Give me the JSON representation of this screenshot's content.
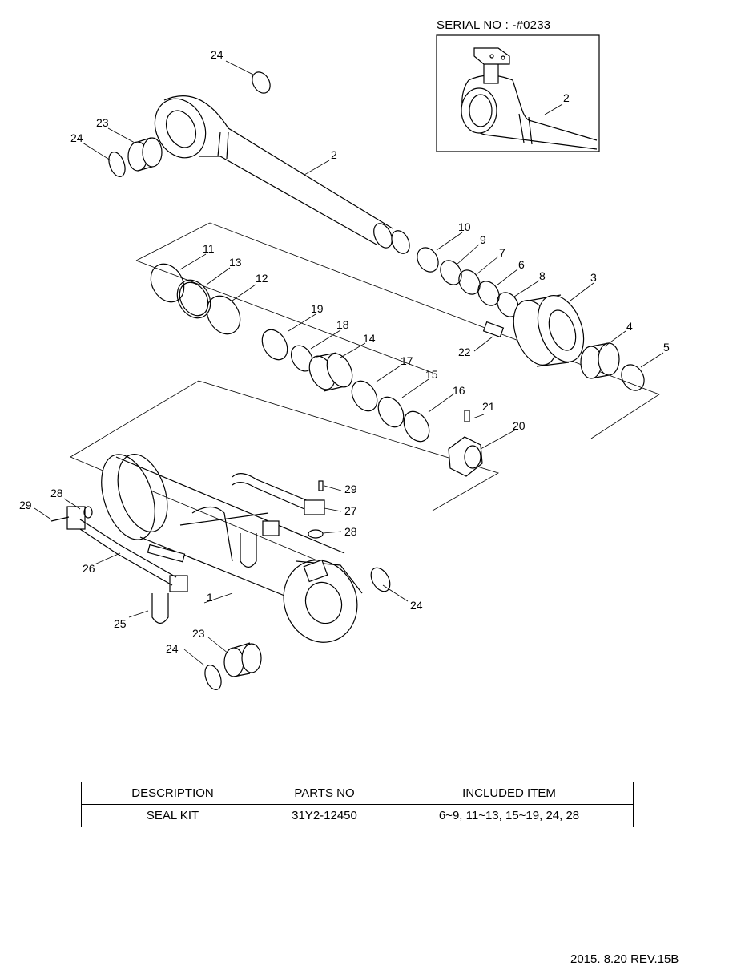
{
  "serial_note": "SERIAL NO : -#0233",
  "labels": {
    "l1": "1",
    "l2": "2",
    "l2b": "2",
    "l3": "3",
    "l4": "4",
    "l5": "5",
    "l6": "6",
    "l7": "7",
    "l8": "8",
    "l9": "9",
    "l10": "10",
    "l11": "11",
    "l12": "12",
    "l13": "13",
    "l14": "14",
    "l15": "15",
    "l16": "16",
    "l17": "17",
    "l18": "18",
    "l19": "19",
    "l20": "20",
    "l21": "21",
    "l22": "22",
    "l23a": "23",
    "l23b": "23",
    "l24a": "24",
    "l24b": "24",
    "l24c": "24",
    "l24d": "24",
    "l25": "25",
    "l26": "26",
    "l27": "27",
    "l28a": "28",
    "l28b": "28",
    "l29a": "29",
    "l29b": "29"
  },
  "seal_kit_table": {
    "headers": [
      "DESCRIPTION",
      "PARTS NO",
      "INCLUDED ITEM"
    ],
    "rows": [
      [
        "SEAL KIT",
        "31Y2-12450",
        "6~9, 11~13, 15~19, 24, 28"
      ]
    ]
  },
  "footer_text": "2015. 8.20  REV.15B"
}
